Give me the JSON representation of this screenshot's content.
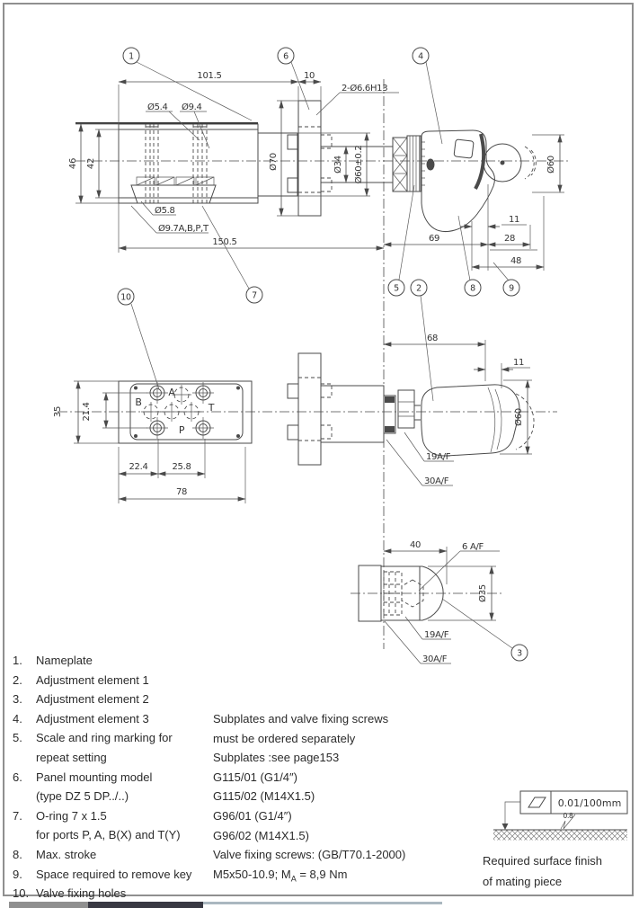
{
  "top": {
    "balloon_1": "1",
    "balloon_6": "6",
    "balloon_4": "4",
    "balloon_7": "7",
    "balloon_5": "5",
    "balloon_2": "2",
    "balloon_8": "8",
    "balloon_9": "9",
    "dim_101_5": "101.5",
    "dim_10": "10",
    "holes_note": "2-Ø6.6H13",
    "dia_5_4": "Ø5.4",
    "dia_9_4": "Ø9.4",
    "dim_46": "46",
    "dim_42": "42",
    "dia_70": "Ø70",
    "dia_34": "Ø34",
    "dia_60_tol": "Ø60±0.2",
    "dia_60": "Ø60",
    "dim_11": "11",
    "dim_28": "28",
    "dim_48": "48",
    "dim_69": "69",
    "dim_150_5": "150.5",
    "dia_5_8": "Ø5.8",
    "dia_9_7": "Ø9.7A,B,P,T"
  },
  "mid": {
    "balloon_10": "10",
    "port_b": "B",
    "port_a": "A",
    "port_t": "T",
    "port_p": "P",
    "dim_35": "35",
    "dim_21_4": "21.4",
    "dim_22_4": "22.4",
    "dim_25_8": "25.8",
    "dim_78": "78",
    "dim_68": "68",
    "dim_11": "11",
    "dia_60": "Ø60",
    "af_19": "19A/F",
    "af_30": "30A/F"
  },
  "bottom": {
    "balloon_3": "3",
    "dim_40": "40",
    "af_6": "6 A/F",
    "dia_35": "Ø35",
    "af_19": "19A/F",
    "af_30": "30A/F"
  },
  "legend": {
    "rows": [
      {
        "num": "1.",
        "text": "Nameplate"
      },
      {
        "num": "2.",
        "text": "Adjustment element 1"
      },
      {
        "num": "3.",
        "text": "Adjustment element 2"
      },
      {
        "num": "4.",
        "text": "Adjustment element 3"
      },
      {
        "num": "5.",
        "text": "Scale and ring marking for"
      },
      {
        "num": "",
        "text": "repeat setting"
      },
      {
        "num": "6.",
        "text": "Panel mounting model"
      },
      {
        "num": "",
        "text": "(type  DZ 5 DP../..)"
      },
      {
        "num": "7.",
        "text": "O-ring 7 x 1.5"
      },
      {
        "num": "",
        "text": "for ports P, A, B(X) and T(Y)"
      },
      {
        "num": "8.",
        "text": "Max. stroke"
      },
      {
        "num": "9.",
        "text": "Space required to remove key"
      },
      {
        "num": "10.",
        "text": "Valve fixing holes"
      }
    ]
  },
  "notes": {
    "lines": [
      "Subplates and valve fixing screws",
      "must be ordered separately",
      "Subplates :see page153",
      "G115/01 (G1/4″)",
      "G115/02 (M14X1.5)",
      "G96/01 (G1/4″)",
      "G96/02 (M14X1.5)",
      "Valve fixing screws: (GB/T70.1-2000)"
    ],
    "torque_prefix": "M5x50-10.9; M",
    "torque_sub": "A",
    "torque_suffix": " = 8,9 Nm"
  },
  "finish": {
    "tolerance": "0.01/100mm",
    "roughness": "0.8",
    "caption1": "Required surface finish",
    "caption2": "of mating piece"
  }
}
